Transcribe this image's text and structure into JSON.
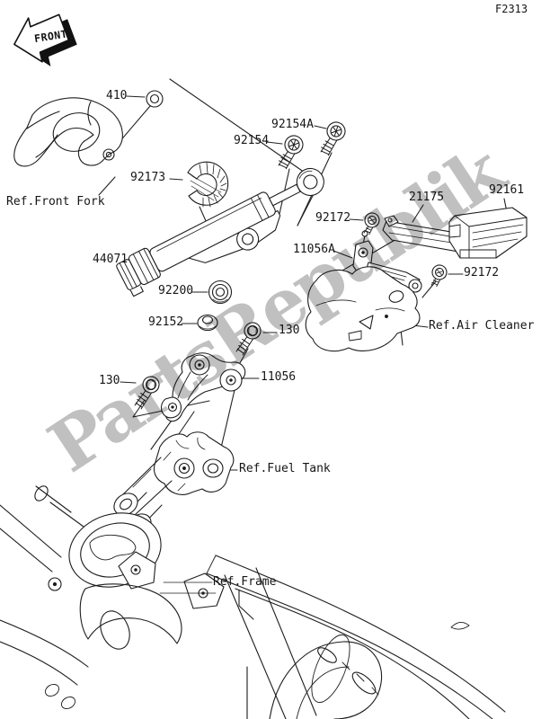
{
  "page": {
    "diagram_code": "F2313",
    "watermark": "PartsRepublik",
    "background_color": "#ffffff",
    "line_color": "#1d1d1d",
    "watermark_color": "#c0c0c0"
  },
  "front_arrow": {
    "label": "FRONT"
  },
  "callouts": [
    {
      "id": "410",
      "text": "410"
    },
    {
      "id": "92154A",
      "text": "92154A"
    },
    {
      "id": "92154",
      "text": "92154"
    },
    {
      "id": "92173",
      "text": "92173"
    },
    {
      "id": "44071",
      "text": "44071"
    },
    {
      "id": "92200",
      "text": "92200"
    },
    {
      "id": "92152",
      "text": "92152"
    },
    {
      "id": "130-right",
      "text": "130"
    },
    {
      "id": "11056",
      "text": "11056"
    },
    {
      "id": "130-left",
      "text": "130"
    },
    {
      "id": "11056A",
      "text": "11056A"
    },
    {
      "id": "92172-upper",
      "text": "92172"
    },
    {
      "id": "92172-lower",
      "text": "92172"
    },
    {
      "id": "21175",
      "text": "21175"
    },
    {
      "id": "92161",
      "text": "92161"
    }
  ],
  "references": [
    {
      "id": "front-fork",
      "text": "Ref.Front Fork"
    },
    {
      "id": "air-cleaner",
      "text": "Ref.Air Cleaner"
    },
    {
      "id": "fuel-tank",
      "text": "Ref.Fuel Tank"
    },
    {
      "id": "frame",
      "text": "Ref.Frame"
    }
  ]
}
